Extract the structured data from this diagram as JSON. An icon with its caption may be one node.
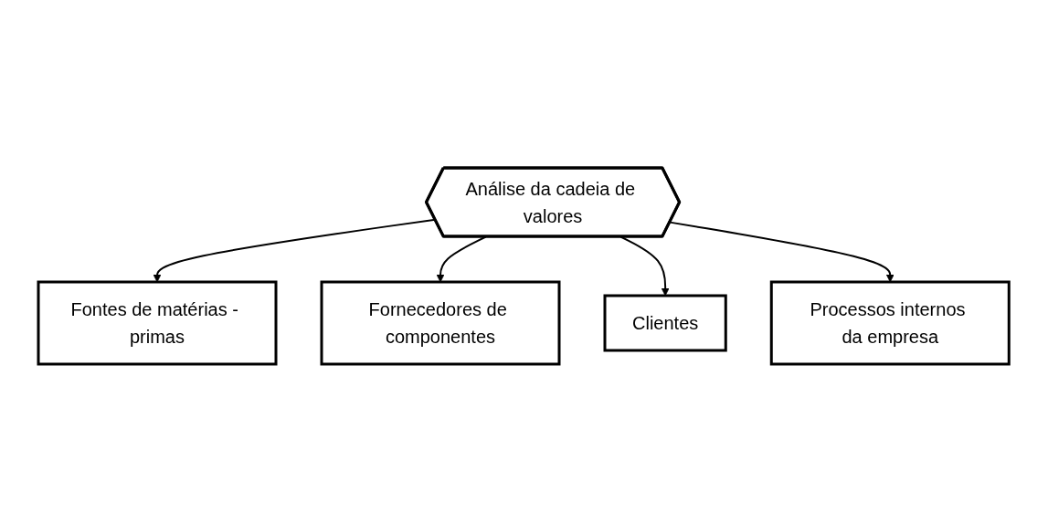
{
  "diagram": {
    "nodes": [
      {
        "text": [
          "Fontes de matérias - primas"
        ]
      },
      {
        "text": [
          "Fornecedores de componentes"
        ]
      },
      {
        "text": [
          "Análise da cadeia de valores"
        ]
      },
      {
        "text": [
          "Clientes"
        ]
      },
      {
        "text": [
          "Processos internos da empresa"
        ]
      }
    ],
    "edges": [
      {
        "from": 2,
        "to": 0,
        "arrow": "to"
      },
      {
        "from": 2,
        "to": 1,
        "arrow": "to"
      },
      {
        "from": 2,
        "to": 3,
        "arrow": "to"
      },
      {
        "from": 2,
        "to": 4,
        "arrow": "to"
      }
    ]
  }
}
